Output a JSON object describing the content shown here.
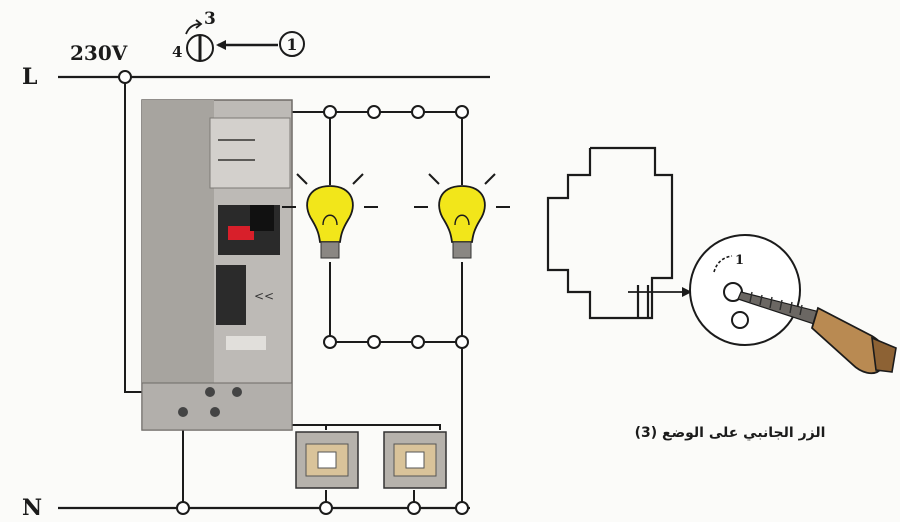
{
  "supply": {
    "line_label": "L",
    "voltage_label": "230V",
    "neutral_label": "N"
  },
  "callouts": {
    "position_number": "3",
    "position_alt": "4",
    "marker_number": "1",
    "detail_button_label": "1"
  },
  "caption": "الزر الجانبي على الوضع (3)",
  "colors": {
    "wire": "#1b1b1b",
    "device_body": "#bdbab6",
    "lamp_glass": "#f2e61a",
    "pushbutton": "#d9c39a",
    "indicator_red": "#d81f2a"
  },
  "icons": [
    "rotary-knob-icon",
    "lamp-icon",
    "pushbutton-icon",
    "screwdriver-icon",
    "arrow-left-icon"
  ]
}
